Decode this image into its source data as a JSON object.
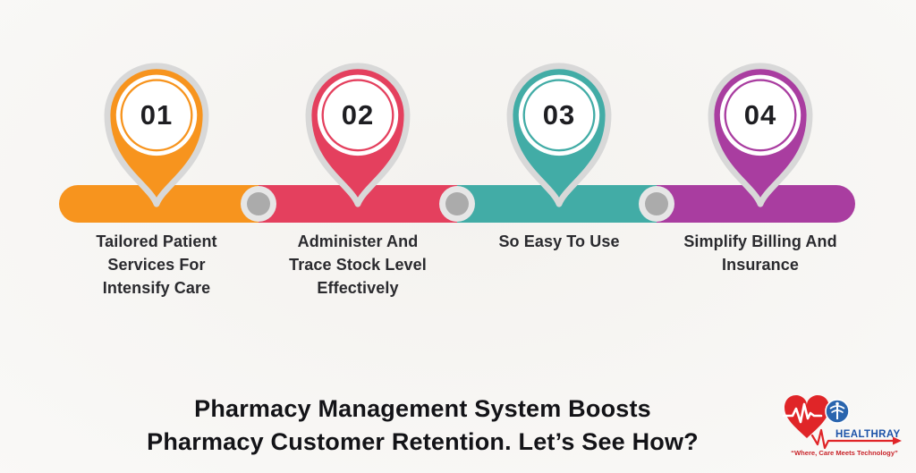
{
  "page": {
    "background_tint": "#f4f2ef",
    "pin_outline_color": "#d8d8d8",
    "dot_color": "#ababab",
    "dot_ring_color": "#e6e6e6"
  },
  "milestones": [
    {
      "number": "01",
      "color": "#F7941E",
      "label_lines": [
        "Tailored Patient",
        "Services For",
        "Intensify Care"
      ]
    },
    {
      "number": "02",
      "color": "#E4405E",
      "label_lines": [
        "Administer And",
        "Trace Stock Level",
        "Effectively"
      ]
    },
    {
      "number": "03",
      "color": "#42ACA6",
      "label_lines": [
        "So Easy To Use"
      ]
    },
    {
      "number": "04",
      "color": "#A93DA0",
      "label_lines": [
        "Simplify Billing And",
        "Insurance"
      ]
    }
  ],
  "title": {
    "line1": "Pharmacy Management System Boosts",
    "line2": "Pharmacy Customer Retention. Let’s See How?"
  },
  "logo": {
    "brand": "HEALTHRAY",
    "tagline": "“Where, Care Meets Technology”",
    "brand_color": "#1c52a8",
    "heart_color": "#e02528",
    "badge_color": "#2a65ae",
    "tagline_color": "#c9252b"
  }
}
